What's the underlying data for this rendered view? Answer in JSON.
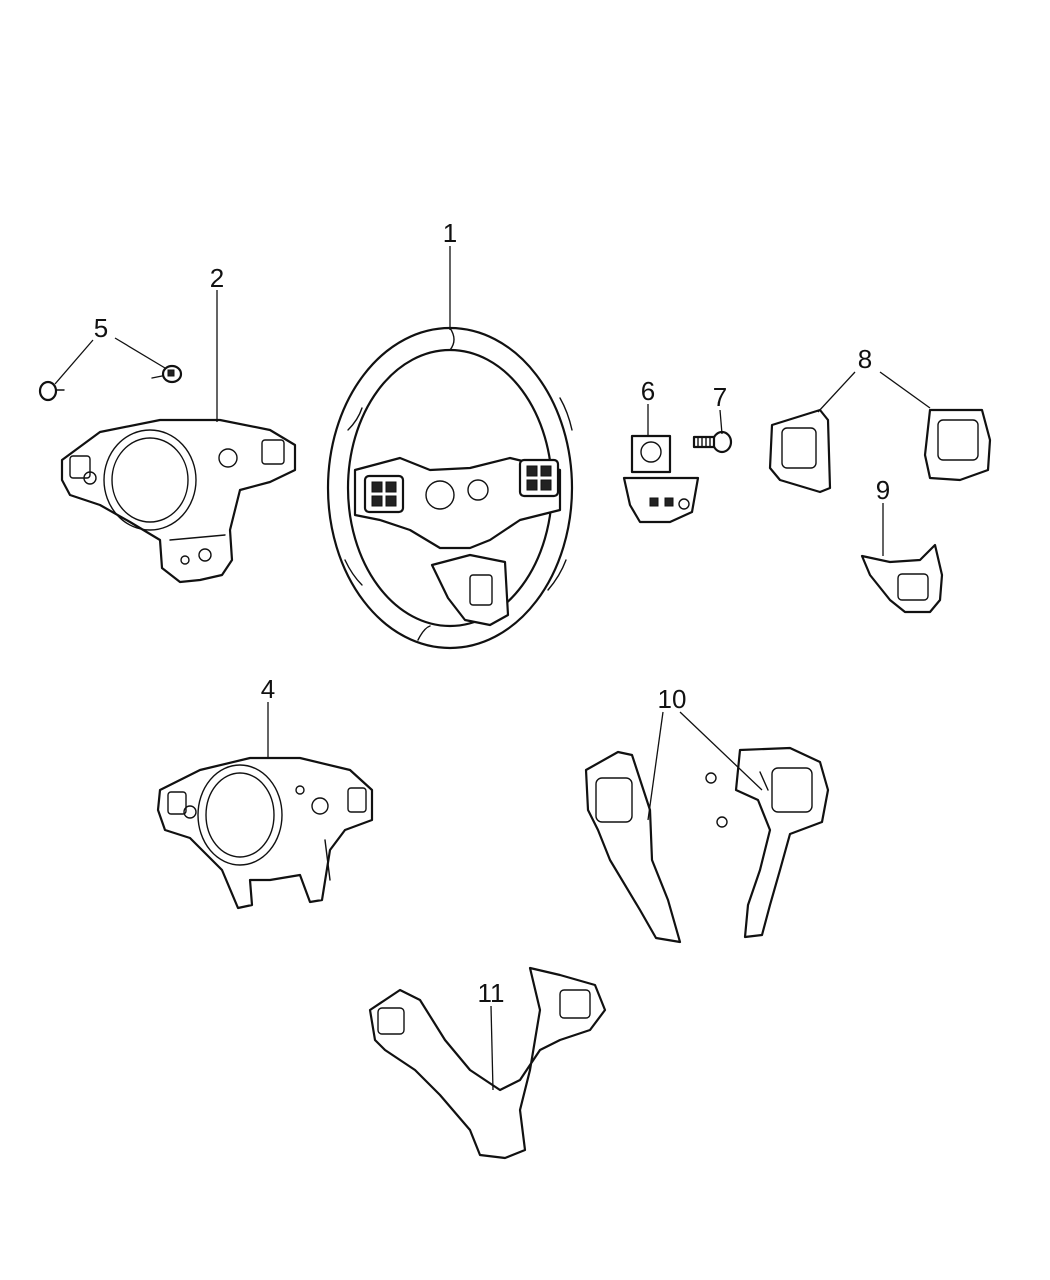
{
  "callouts": {
    "c1": "1",
    "c2": "2",
    "c4": "4",
    "c5": "5",
    "c6": "6",
    "c7": "7",
    "c8": "8",
    "c9": "9",
    "c10": "10",
    "c11": "11"
  }
}
